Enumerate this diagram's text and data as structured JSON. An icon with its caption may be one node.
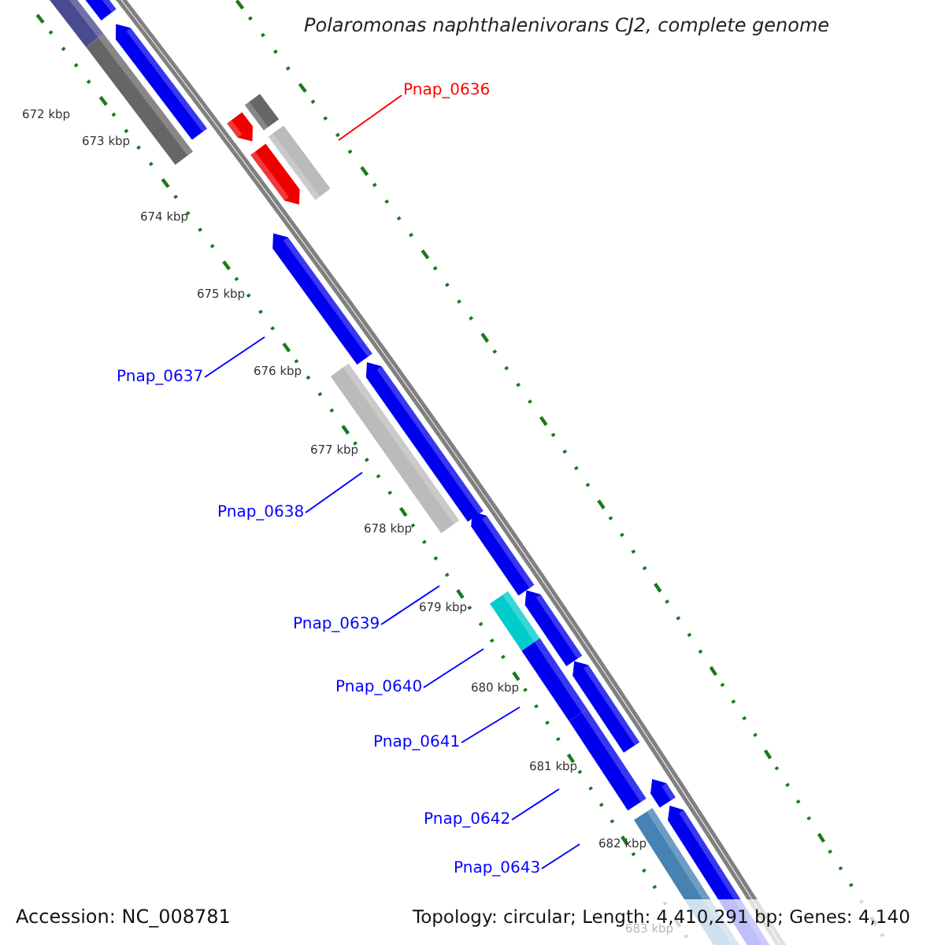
{
  "diagram": {
    "title": "Polaromonas naphthalenivorans CJ2, complete genome",
    "nodes": [
      {
        "text": [
          "Pnap_0636"
        ]
      },
      {
        "text": [
          "Pnap_0637"
        ]
      },
      {
        "text": [
          "Pnap_0638"
        ]
      },
      {
        "text": [
          "Pnap_0639"
        ]
      },
      {
        "text": [
          "Pnap_0640"
        ]
      },
      {
        "text": [
          "Pnap_0641"
        ]
      },
      {
        "text": [
          "Pnap_0642"
        ]
      },
      {
        "text": [
          "Pnap_0643"
        ]
      }
    ],
    "edges": [
      {
        "from": 0,
        "to": null,
        "arrow": "none",
        "color": "#ff0000"
      },
      {
        "from": 1,
        "to": null,
        "arrow": "none"
      },
      {
        "from": 2,
        "to": null,
        "arrow": "none"
      },
      {
        "from": 3,
        "to": null,
        "arrow": "none"
      },
      {
        "from": 4,
        "to": null,
        "arrow": "none"
      },
      {
        "from": 5,
        "to": null,
        "arrow": "none"
      },
      {
        "from": 6,
        "to": null,
        "arrow": "none"
      },
      {
        "from": 7,
        "to": null,
        "arrow": "none"
      }
    ],
    "labels": [
      "672 kbp",
      "673 kbp",
      "674 kbp",
      "675 kbp",
      "676 kbp",
      "677 kbp",
      "678 kbp",
      "679 kbp",
      "680 kbp",
      "681 kbp",
      "682 kbp",
      "683 kbp",
      "Accession: NC_008781",
      "Topology: circular; Length: 4,410,291 bp; Genes: 4,140"
    ]
  }
}
